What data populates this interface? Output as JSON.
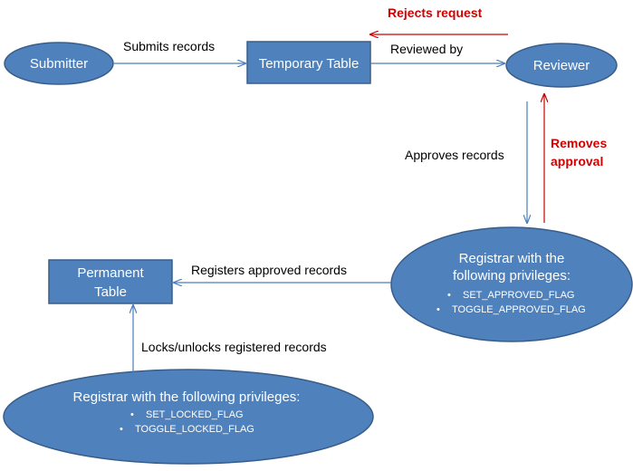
{
  "colors": {
    "node_fill": "#4f81bd",
    "node_stroke": "#385d8a",
    "arrow_blue": "#4a7ebb",
    "arrow_red": "#cc0000",
    "label": "#000000",
    "red_label": "#d40000"
  },
  "nodes": {
    "submitter": "Submitter",
    "temporary_table": "Temporary Table",
    "reviewer": "Reviewer",
    "permanent_table_line1": "Permanent",
    "permanent_table_line2": "Table",
    "registrar_approve": {
      "line1": "Registrar with the",
      "line2": "following privileges:",
      "privileges": [
        "SET_APPROVED_FLAG",
        "TOGGLE_APPROVED_FLAG"
      ]
    },
    "registrar_lock": {
      "line1": "Registrar with the following privileges:",
      "privileges": [
        "SET_LOCKED_FLAG",
        "TOGGLE_LOCKED_FLAG"
      ]
    }
  },
  "edges": {
    "submits_records": "Submits records",
    "reviewed_by": "Reviewed by",
    "rejects_request": "Rejects request",
    "approves_records": "Approves records",
    "removes_approval_line1": "Removes",
    "removes_approval_line2": "approval",
    "registers_approved_records": "Registers approved records",
    "locks_unlocks_registered_records": "Locks/unlocks registered records"
  },
  "bullet": "•"
}
